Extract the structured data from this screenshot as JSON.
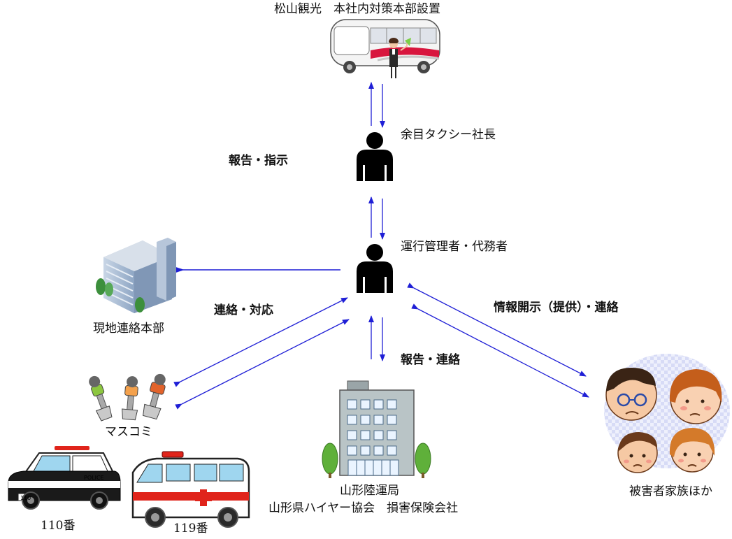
{
  "nodes": {
    "hq": "松山観光　本社内対策本部設置",
    "taxi_president": "余目タクシー社長",
    "manager": "運行管理者・代務者",
    "local_hq": "現地連絡本部",
    "media": "マスコミ",
    "police": "110番",
    "ambulance": "119番",
    "transport_bureau_line1": "山形陸運局",
    "transport_bureau_line2": "山形県ハイヤー協会　損害保険会社",
    "families": "被害者家族ほか"
  },
  "edges": {
    "report_instruct": "報告・指示",
    "contact_respond": "連絡・対応",
    "report_contact": "報告・連絡",
    "disclosure": "情報開示（提供）・連絡"
  },
  "police_car_text": "POLICE",
  "police_plate": "110",
  "colors": {
    "arrow": "#1f1fd6"
  }
}
